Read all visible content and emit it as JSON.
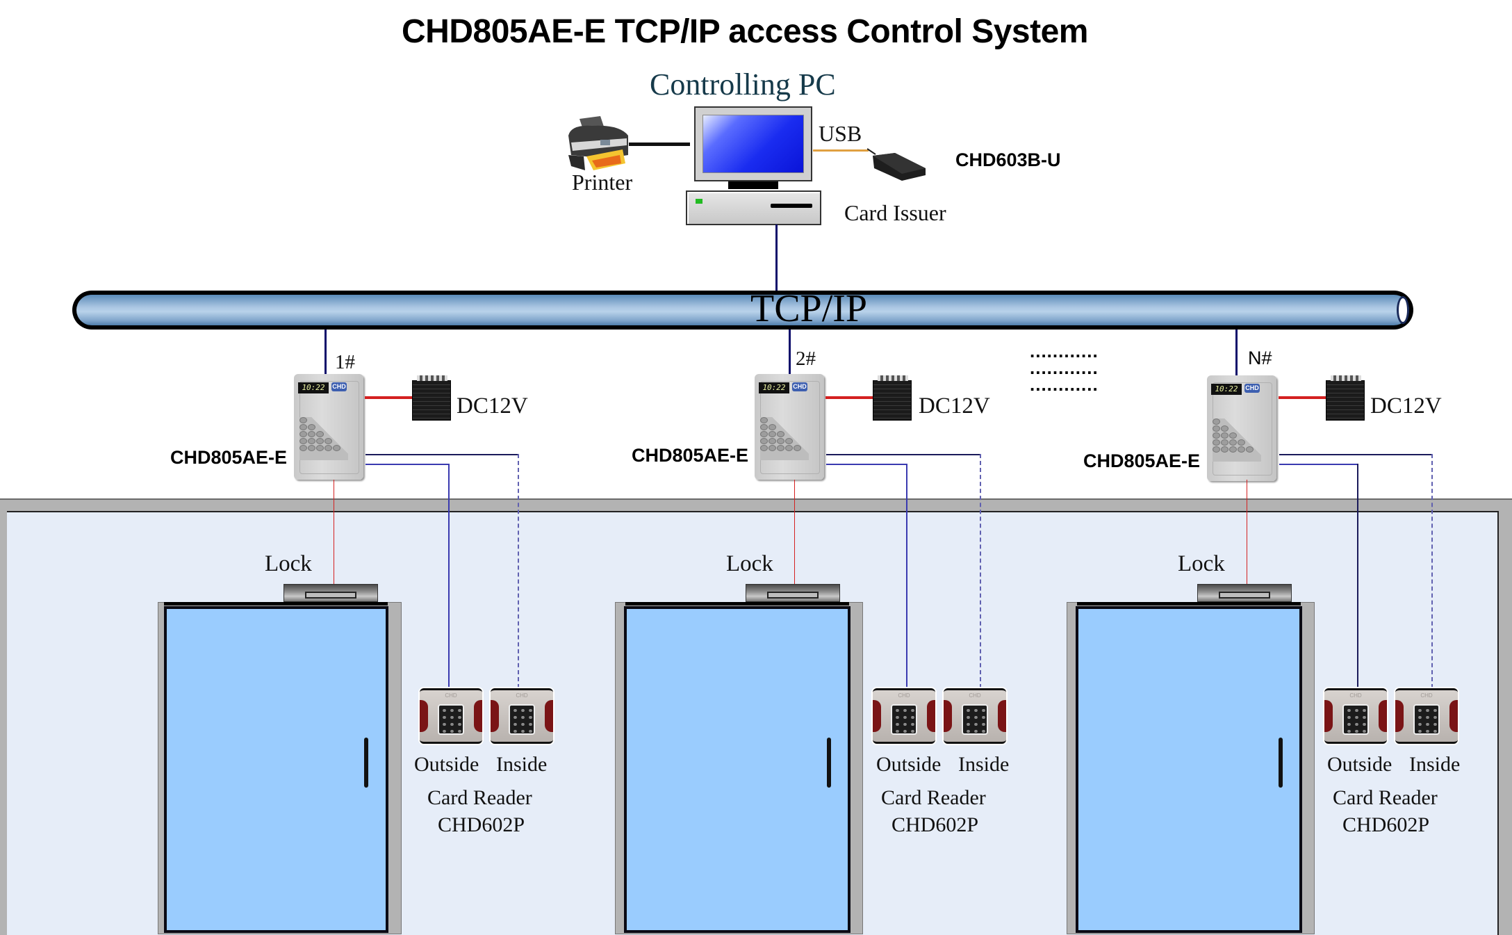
{
  "title": "CHD805AE-E TCP/IP access Control System",
  "pc": {
    "label": "Controlling PC",
    "printer_label": "Printer",
    "usb_label": "USB",
    "card_issuer_model": "CHD603B-U",
    "card_issuer_label": "Card Issuer"
  },
  "network": {
    "label": "TCP/IP",
    "ellipsis": [
      "............",
      "............",
      "............"
    ]
  },
  "controllers": [
    {
      "id": "1#",
      "model": "CHD805AE-E",
      "display": "10:22",
      "logo": "CHD",
      "power_label": "DC12V",
      "lock_label": "Lock",
      "reader_outside": "Outside",
      "reader_inside": "Inside",
      "reader_type": "Card Reader",
      "reader_model": "CHD602P"
    },
    {
      "id": "2#",
      "model": "CHD805AE-E",
      "display": "10:22",
      "logo": "CHD",
      "power_label": "DC12V",
      "lock_label": "Lock",
      "reader_outside": "Outside",
      "reader_inside": "Inside",
      "reader_type": "Card Reader",
      "reader_model": "CHD602P"
    },
    {
      "id": "N#",
      "model": "CHD805AE-E",
      "display": "10:22",
      "logo": "CHD",
      "power_label": "DC12V",
      "lock_label": "Lock",
      "reader_outside": "Outside",
      "reader_inside": "Inside",
      "reader_type": "Card Reader",
      "reader_model": "CHD602P"
    }
  ],
  "colors": {
    "network_line": "#0d0d6b",
    "power_line": "#d42020",
    "usb_line": "#e0a040",
    "reader_line": "#3a3ab0",
    "door": "#9accfe",
    "room": "#e6edf8",
    "wall": "#b3b3b3"
  }
}
